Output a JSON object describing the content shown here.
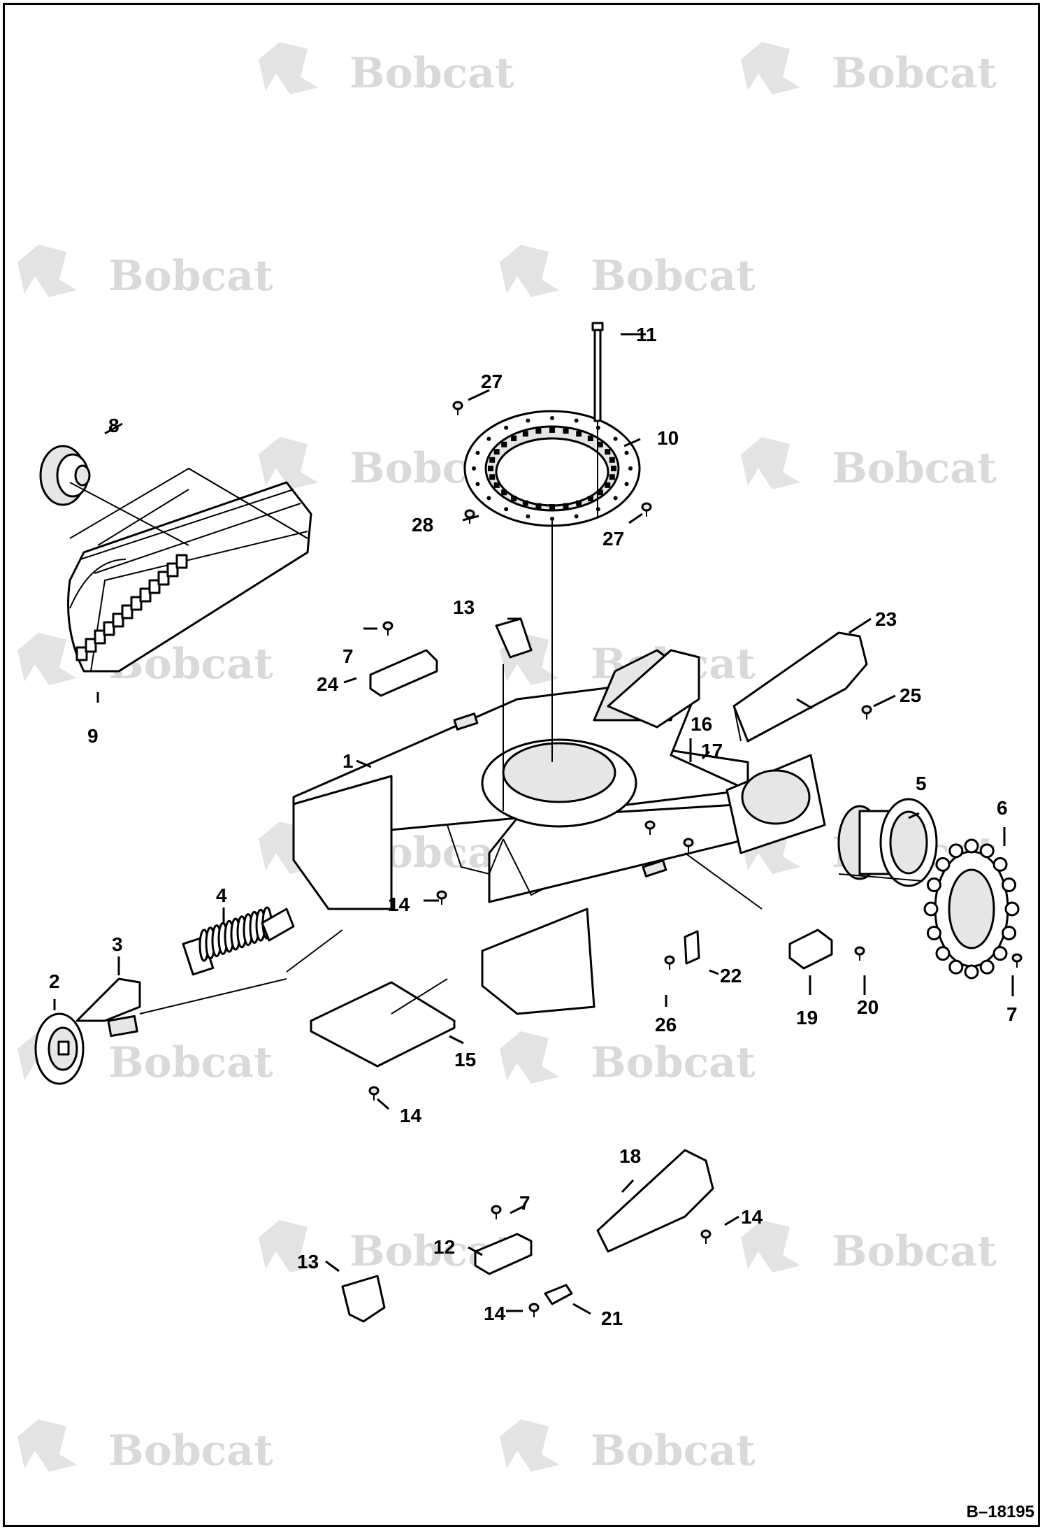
{
  "watermark": {
    "brand_text": "Bobcat",
    "positions_note": "repeated logo watermark"
  },
  "document_id": "B–18195",
  "callouts": [
    {
      "id": "c1",
      "text": "1"
    },
    {
      "id": "c2",
      "text": "2"
    },
    {
      "id": "c3",
      "text": "3"
    },
    {
      "id": "c4",
      "text": "4"
    },
    {
      "id": "c5",
      "text": "5"
    },
    {
      "id": "c6",
      "text": "6"
    },
    {
      "id": "c7a",
      "text": "7"
    },
    {
      "id": "c7b",
      "text": "7"
    },
    {
      "id": "c7c",
      "text": "7"
    },
    {
      "id": "c8",
      "text": "8"
    },
    {
      "id": "c9",
      "text": "9"
    },
    {
      "id": "c10",
      "text": "10"
    },
    {
      "id": "c11",
      "text": "11"
    },
    {
      "id": "c12",
      "text": "12"
    },
    {
      "id": "c13a",
      "text": "13"
    },
    {
      "id": "c13b",
      "text": "13"
    },
    {
      "id": "c14a",
      "text": "14"
    },
    {
      "id": "c14b",
      "text": "14"
    },
    {
      "id": "c14c",
      "text": "14"
    },
    {
      "id": "c14d",
      "text": "14"
    },
    {
      "id": "c15",
      "text": "15"
    },
    {
      "id": "c16",
      "text": "16"
    },
    {
      "id": "c17",
      "text": "17"
    },
    {
      "id": "c18",
      "text": "18"
    },
    {
      "id": "c19",
      "text": "19"
    },
    {
      "id": "c20",
      "text": "20"
    },
    {
      "id": "c21",
      "text": "21"
    },
    {
      "id": "c22",
      "text": "22"
    },
    {
      "id": "c23",
      "text": "23"
    },
    {
      "id": "c24",
      "text": "24"
    },
    {
      "id": "c25",
      "text": "25"
    },
    {
      "id": "c26",
      "text": "26"
    },
    {
      "id": "c27a",
      "text": "27"
    },
    {
      "id": "c27b",
      "text": "27"
    },
    {
      "id": "c28",
      "text": "28"
    }
  ]
}
